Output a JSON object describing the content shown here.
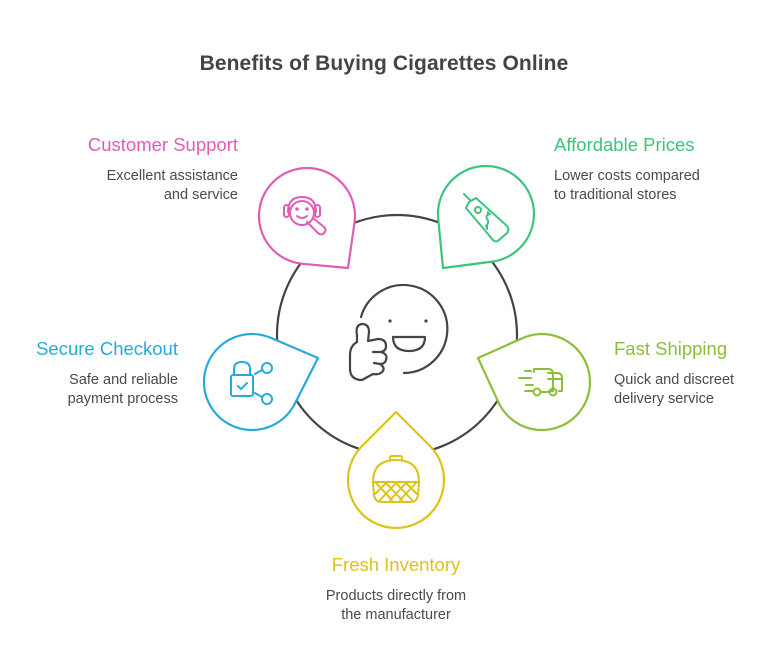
{
  "title": "Benefits of Buying Cigarettes Online",
  "center": {
    "icon": "smiley-thumbs-up-icon",
    "color": "#444444"
  },
  "benefits": [
    {
      "id": "customer-support",
      "label": "Customer Support",
      "description_lines": [
        "Excellent assistance",
        "and service"
      ],
      "color": "#E05DB5",
      "icon": "customer-support-headset-icon"
    },
    {
      "id": "affordable-prices",
      "label": "Affordable Prices",
      "description_lines": [
        "Lower costs compared",
        "to traditional stores"
      ],
      "color": "#3CC47C",
      "icon": "price-tag-icon"
    },
    {
      "id": "secure-checkout",
      "label": "Secure Checkout",
      "description_lines": [
        "Safe and reliable",
        "payment process"
      ],
      "color": "#27AADB",
      "icon": "padlock-share-icon"
    },
    {
      "id": "fast-shipping",
      "label": "Fast Shipping",
      "description_lines": [
        "Quick and discreet",
        "delivery service"
      ],
      "color": "#8DBE3A",
      "icon": "delivery-truck-icon"
    },
    {
      "id": "fresh-inventory",
      "label": "Fresh Inventory",
      "description_lines": [
        "Products directly from",
        "the manufacturer"
      ],
      "color": "#DCC31A",
      "icon": "basket-icon"
    }
  ]
}
